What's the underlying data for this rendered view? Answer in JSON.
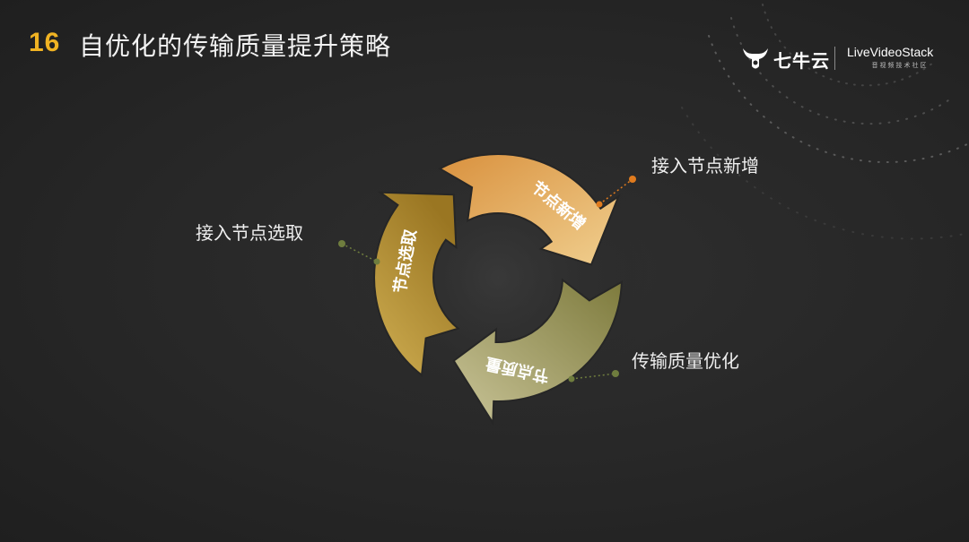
{
  "header": {
    "number": "16",
    "title": "自优化的传输质量提升策略"
  },
  "logos": {
    "brand": "七牛云",
    "brand_icon": "bull-head-icon",
    "partner": "LiveVideoStack",
    "partner_sub": "音视频技术社区"
  },
  "cycle": {
    "segments": [
      {
        "text": "节点新增",
        "color": "#e2a95f"
      },
      {
        "text": "节点质量",
        "color": "#9a9352"
      },
      {
        "text": "节点选取",
        "color": "#c39a3a"
      }
    ],
    "callouts": [
      {
        "text": "接入节点新增",
        "dot_color": "#e07b1e"
      },
      {
        "text": "传输质量优化",
        "dot_color": "#6f7d3e"
      },
      {
        "text": "接入节点选取",
        "dot_color": "#6f7d3e"
      }
    ]
  }
}
